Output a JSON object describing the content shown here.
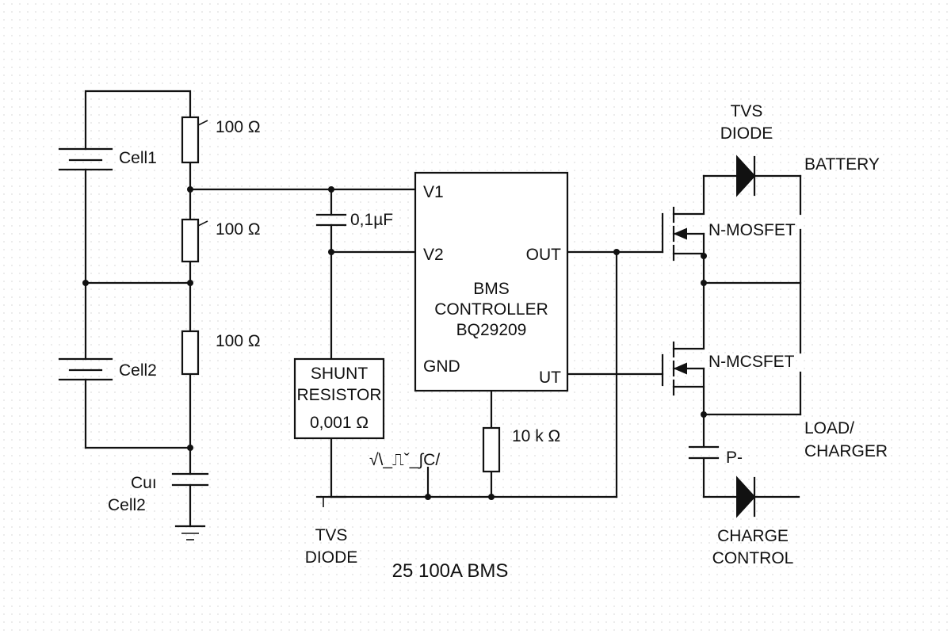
{
  "title": "25 100A BMS",
  "cells": {
    "cell1": "Cell1",
    "cell2": "Cell2",
    "bottom_line1": "Cuı",
    "bottom_line2": "Cell2"
  },
  "resistors": {
    "r1": "100 Ω",
    "r2": "100 Ω",
    "r3": "100 Ω",
    "r_gate": "10 k Ω"
  },
  "capacitor": "0,1µF",
  "shunt": {
    "line1": "SHUNT",
    "line2": "RESISTOR",
    "line3": "0,001 Ω"
  },
  "controller": {
    "line1": "BMS",
    "line2": "CONTROLLER",
    "line3": "BQ29209",
    "pin_v1": "V1",
    "pin_v2": "V2",
    "pin_gnd": "GND",
    "pin_out": "OUT",
    "pin_ut": "UT"
  },
  "tvs_bottom": {
    "line1": "TVS",
    "line2": "DIODE"
  },
  "tvs_top": {
    "line1": "TVS",
    "line2": "DIODE"
  },
  "mosfet1": "N-MOSFET",
  "mosfet2": "N-MCSFET",
  "battery": "BATTERY",
  "load": {
    "line1": "LOAD/",
    "line2": "CHARGER"
  },
  "p_minus": "P-",
  "charge_control": {
    "line1": "CHARGE",
    "line2": "CONTROL"
  },
  "waveform_glyph": "√\\_⎍ˇ_∫C/"
}
